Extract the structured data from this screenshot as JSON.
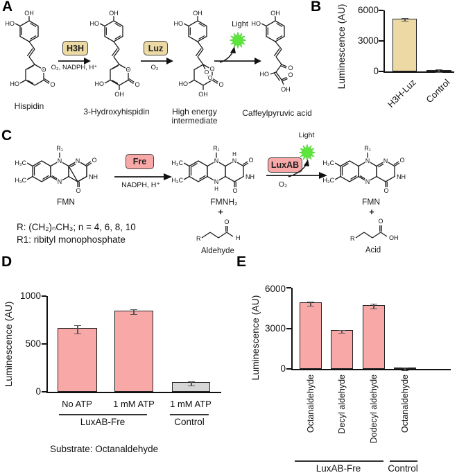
{
  "figure": {
    "panel_labels": {
      "A": "A",
      "B": "B",
      "C": "C",
      "D": "D",
      "E": "E"
    }
  },
  "panelA": {
    "enzyme1": "H3H",
    "enzyme1_conditions": "O₂, NADPH, H⁺",
    "enzyme2": "Luz",
    "enzyme2_conditions": "O₂",
    "light": "Light",
    "mol1": {
      "name": "Hispidin",
      "oh_top": "OH",
      "ho_left": "HO",
      "o_ring": "O",
      "o_carbonyl": "O",
      "ho_bottom": "HO"
    },
    "mol2": {
      "name": "3-Hydroxyhispidin",
      "oh_top": "OH",
      "ho_left": "HO",
      "o_ring": "O",
      "o_carbonyl": "O",
      "ho_bottom": "HO",
      "oh_bottom": "OH"
    },
    "mol3": {
      "name_line1": "High energy",
      "name_line2": "intermediate",
      "oh_top": "OH",
      "ho_left": "HO",
      "o_bridge1": "O",
      "o_bridge2": "O",
      "o_ring": "O",
      "o_carbonyl": "O",
      "ho_bottom": "HO",
      "oh_bottom": "OH"
    },
    "mol4": {
      "name": "Caffeylpyruvic acid",
      "oh_top": "OH",
      "ho_left": "HO",
      "o_ketone": "O",
      "ho_enol": "HO",
      "o_acid": "O",
      "oh_acid": "OH"
    }
  },
  "panelC": {
    "enzyme1": "Fre",
    "enzyme1_conditions": "NADPH, H⁺",
    "enzyme2": "LuxAB",
    "enzyme2_conditions": "O₂",
    "light": "Light",
    "plus1": "+",
    "plus2": "+",
    "r_line1": "R: (CH₂)ₙCH₃; n = 4, 6, 8, 10",
    "r_line2": "R1: ribityl monophosphate",
    "fmn1": {
      "name": "FMN",
      "r1": "R₁",
      "h3c_top": "H₃C",
      "h3c_bottom": "H₃C",
      "n10": "N",
      "n5": "N",
      "n1": "N",
      "nh": "NH",
      "o2": "O",
      "o4": "O"
    },
    "fmnh2": {
      "name": "FMNH₂",
      "r1": "R₁",
      "h3c_top": "H₃C",
      "h3c_bottom": "H₃C",
      "n10": "N",
      "n5": "N",
      "n1": "N",
      "nh": "NH",
      "o2": "O",
      "o4": "O",
      "h1": "H",
      "h5": "H"
    },
    "fmn2": {
      "name": "FMN",
      "r1": "R₁",
      "h3c_top": "H₃C",
      "h3c_bottom": "H₃C",
      "n10": "N",
      "n5": "N",
      "n1": "N",
      "nh": "NH",
      "o2": "O",
      "o4": "O"
    },
    "aldehyde": {
      "name": "Aldehyde",
      "r": "R",
      "o": "O",
      "h": "H"
    },
    "acid": {
      "name": "Acid",
      "r": "R",
      "o": "O",
      "oh": "OH"
    }
  },
  "chart_data": [
    {
      "panel": "B",
      "type": "bar",
      "categories": [
        "H3H-Luz",
        "Control"
      ],
      "values": [
        5200,
        150
      ],
      "errors": [
        100,
        60
      ],
      "bar_colors": [
        "#ecd9a3",
        "#ecd9a3"
      ],
      "title": "",
      "xlabel": "",
      "ylabel": "Luminescence (AU)",
      "yticks": [
        0,
        3000,
        6000
      ],
      "ylim": [
        0,
        6000
      ],
      "grid": false,
      "legend": "none"
    },
    {
      "panel": "D",
      "type": "bar",
      "categories": [
        "No ATP",
        "1 mM ATP",
        "1 mM ATP"
      ],
      "values": [
        665,
        845,
        100
      ],
      "errors": [
        40,
        22,
        18
      ],
      "bar_colors": [
        "#f9a8a8",
        "#f9a8a8",
        "#d6d6d6"
      ],
      "title": "",
      "xlabel": "",
      "ylabel": "Luminescence (AU)",
      "yticks": [
        0,
        500,
        1000
      ],
      "ylim": [
        0,
        1000
      ],
      "grid": false,
      "legend": "none",
      "groups": [
        {
          "label": "LuxAB-Fre",
          "span": [
            0,
            1
          ]
        },
        {
          "label": "Control",
          "span": [
            2,
            2
          ]
        }
      ],
      "caption": "Substrate: Octanaldehyde"
    },
    {
      "panel": "E",
      "type": "bar",
      "categories": [
        "Octanaldehyde",
        "Decyl aldehyde",
        "Dodecyl aldehyde",
        "Octanaldehyde"
      ],
      "values": [
        4900,
        2850,
        4700,
        60
      ],
      "errors": [
        150,
        80,
        150,
        30
      ],
      "bar_colors": [
        "#f9a8a8",
        "#f9a8a8",
        "#f9a8a8",
        "#f9a8a8"
      ],
      "title": "",
      "xlabel": "",
      "ylabel": "Luminescence (AU)",
      "yticks": [
        0,
        3000,
        6000
      ],
      "ylim": [
        0,
        6000
      ],
      "grid": false,
      "legend": "none",
      "groups": [
        {
          "label": "LuxAB-Fre",
          "span": [
            0,
            2
          ]
        },
        {
          "label": "Control",
          "span": [
            3,
            3
          ]
        }
      ]
    }
  ],
  "colors": {
    "tan": "#ecd9a3",
    "pink": "#f9a8a8",
    "gray_bar": "#d6d6d6",
    "green_star": "#5ce63c",
    "axis": "#111111"
  }
}
